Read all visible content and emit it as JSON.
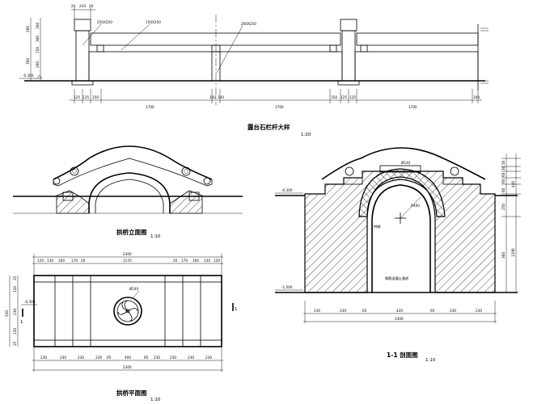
{
  "railing": {
    "title": "露台石栏杆大样",
    "scale": "1:20",
    "top_dims": [
      "20",
      "210",
      "20"
    ],
    "left_dims": [
      "260",
      "160",
      "300",
      "150",
      "200",
      "700"
    ],
    "level": "-0.300",
    "callouts": [
      "250X250",
      "150X250",
      "200X250"
    ],
    "bottom_dims": [
      "125",
      "125",
      "150",
      "1700",
      "100",
      "100",
      "1700",
      "150",
      "125",
      "125",
      "1700",
      "100"
    ]
  },
  "elevation": {
    "title": "拱桥立面图",
    "scale": "1:10"
  },
  "plan": {
    "title": "拱桥平面图",
    "scale": "1:10",
    "top_total": "2300",
    "top_dims": [
      "120",
      "130",
      "160",
      "170",
      "20",
      "1170",
      "20",
      "170",
      "160",
      "130",
      "120"
    ],
    "left_dims": [
      "25",
      "120",
      "230",
      "120",
      "25"
    ],
    "left_total": "520",
    "circle_label": "Ø140",
    "level": "-0.300",
    "section_mark": "1",
    "bottom_dims": [
      "230",
      "230",
      "230",
      "230",
      "65",
      "400",
      "65",
      "230",
      "230",
      "230",
      "230"
    ],
    "bottom_total": "2300"
  },
  "section": {
    "title": "1-1 剖面图",
    "scale": "1:10",
    "top_label": "Ø140",
    "radius_label": "R400",
    "level_top": "-0.300",
    "level_bottom": "-1.500",
    "note_left": "拱脚",
    "note_bottom": "钢筋混凝土基底",
    "right_dims": [
      "50",
      "30",
      "60",
      "60",
      "60",
      "250",
      "300"
    ],
    "right_total": "440",
    "right_total2": "1200",
    "bottom_dims": [
      "230",
      "230",
      "65",
      "420",
      "65",
      "230",
      "230"
    ],
    "bottom_total": "2300"
  }
}
